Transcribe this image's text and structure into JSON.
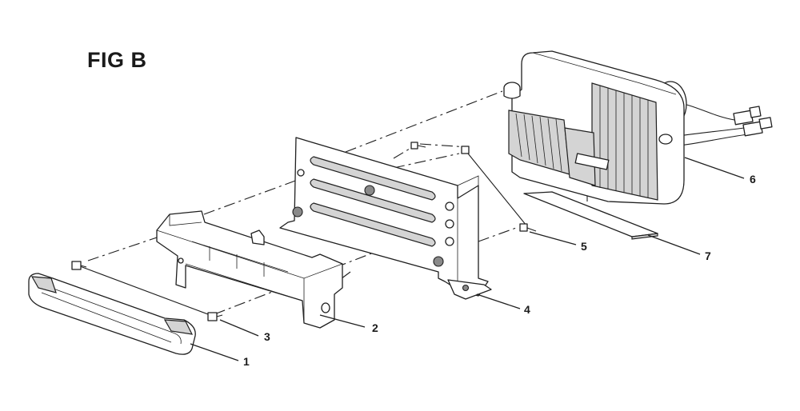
{
  "figure": {
    "title": "FIG B"
  },
  "callouts": [
    {
      "id": "1",
      "label": "1"
    },
    {
      "id": "2",
      "label": "2"
    },
    {
      "id": "3",
      "label": "3"
    },
    {
      "id": "4",
      "label": "4"
    },
    {
      "id": "5",
      "label": "5"
    },
    {
      "id": "6",
      "label": "6"
    },
    {
      "id": "7",
      "label": "7"
    }
  ],
  "parts": {
    "handle": "1",
    "charger-mount-cover": "2",
    "screw-front": "3",
    "mounting-bracket": "4",
    "screw-rear": "5",
    "battery-charger": "6",
    "adhesive-pad": "7"
  }
}
